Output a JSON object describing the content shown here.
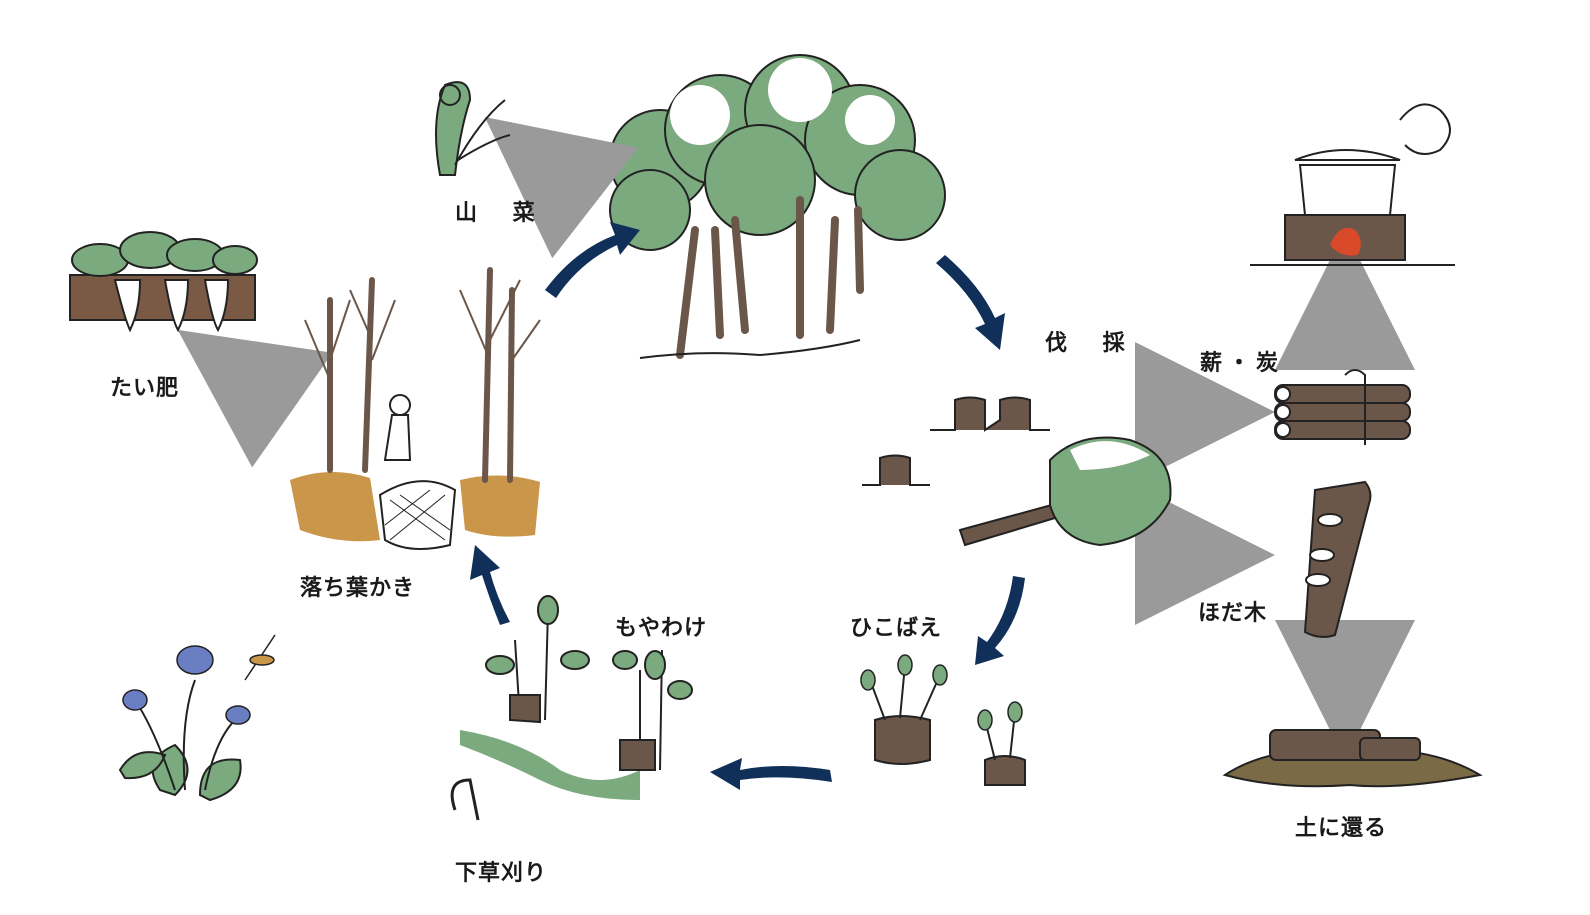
{
  "labels": {
    "sansai": "山 菜",
    "taihi": "たい肥",
    "ochiba": "落ち葉かき",
    "shitakusa": "下草刈り",
    "moyawake": "もやわけ",
    "hikobae": "ひこばえ",
    "bassai": "伐 採",
    "maki": "薪・炭",
    "hodagi": "ほだ木",
    "tsuchi": "土に還る"
  },
  "colors": {
    "cycle_arrow": "#10305a",
    "side_arrow": "#9a9a9a",
    "foliage": "#7aaa7e",
    "trunk": "#6b564a",
    "soil": "#7a5a45",
    "leaf_litter": "#c9964a",
    "violet": "#6a7fc2"
  }
}
